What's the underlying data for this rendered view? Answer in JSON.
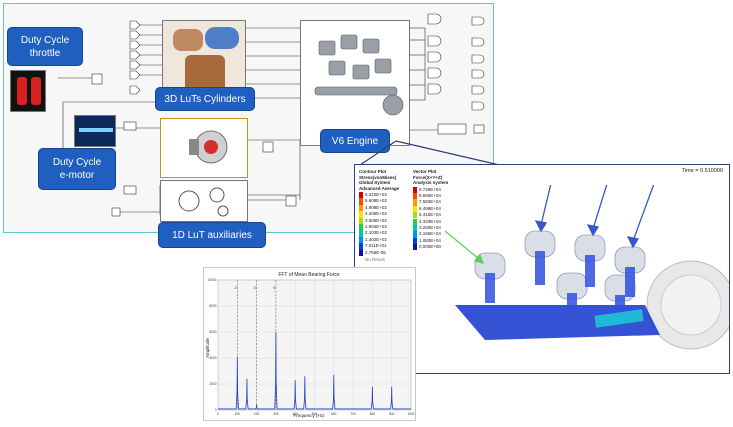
{
  "callouts": {
    "duty_cycle_throttle": "Duty Cycle\nthrottle",
    "luts_cylinders": "3D LuTs Cylinders",
    "v6_engine": "V6 Engine",
    "duty_cycle_emotor": "Duty Cycle\ne-motor",
    "lut_auxiliaries": "1D LuT auxiliaries"
  },
  "fem": {
    "time_label": "Time = 0.510000",
    "contour_header": [
      "Contour Plot",
      "Stress(vonMises)",
      "Global System",
      "Advanced Average"
    ],
    "contour_values": [
      "5.310E+02",
      "5.609E+02",
      "4.908E+02",
      "4.206E+02",
      "3.505E+02",
      "2.804E+02",
      "2.103E+02",
      "1.402E+02",
      "7.011E+01",
      "2.755E-05"
    ],
    "contour_colors": [
      "#d40000",
      "#ff4a00",
      "#ff9a00",
      "#ffe000",
      "#a8e000",
      "#28d040",
      "#00c8b0",
      "#0090ff",
      "#0040e0",
      "#1a10a0"
    ],
    "vector_header": [
      "Vector Plot",
      "Force(X+Y+Z)",
      "Analysis system"
    ],
    "vector_values": [
      "9.749E+04",
      "8.666E+04",
      "7.583E+04",
      "6.499E+04",
      "5.416E+04",
      "4.333E+04",
      "3.250E+04",
      "2.166E+04",
      "1.083E+04",
      "0.000E+00"
    ],
    "vector_colors": [
      "#d40000",
      "#ff4a00",
      "#ff9a00",
      "#ffe000",
      "#a8e000",
      "#28d040",
      "#00c8b0",
      "#0090ff",
      "#0040e0",
      "#1a10a0"
    ],
    "nores": "No Result"
  },
  "chart_data": {
    "type": "line",
    "title": "FFT of Mean Bearing Force",
    "xlabel": "Frequency (Hz)",
    "ylabel": "Amplitude",
    "xlim": [
      0,
      1000
    ],
    "ylim": [
      0,
      10000
    ],
    "x_ticks": [
      "0",
      "100",
      "200",
      "300",
      "400",
      "500",
      "600",
      "700",
      "800",
      "900",
      "1000"
    ],
    "y_ticks": [
      "0",
      "2000",
      "4000",
      "6000",
      "8000",
      "10000"
    ],
    "grid": true,
    "peaks_x": [
      100,
      150,
      200,
      300,
      400,
      450,
      600,
      800,
      900
    ],
    "peaks_y": [
      4100,
      2400,
      420,
      6000,
      2300,
      2600,
      2700,
      1800,
      1800
    ],
    "markers_x": [
      100,
      200,
      300
    ],
    "marker_labels": [
      "1x",
      "2x",
      "3x"
    ],
    "line_color": "#1f3fbf"
  }
}
